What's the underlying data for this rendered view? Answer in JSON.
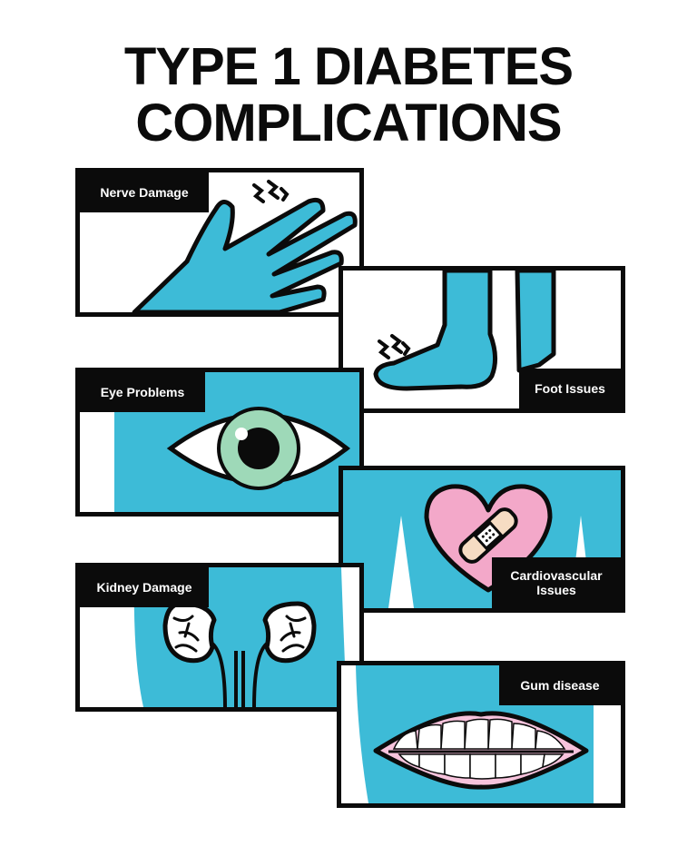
{
  "title": {
    "line1": "TYPE 1 DIABETES",
    "line2": "COMPLICATIONS"
  },
  "colors": {
    "accent": "#3dbbd7",
    "ink": "#0b0b0b",
    "iris": "#9ed9b8",
    "heart": "#f3a8c9",
    "gum": "#f7c3dc",
    "bandage": "#f6dcc3"
  },
  "panels": {
    "nerve": {
      "label": "Nerve Damage",
      "icon": "hand-icon"
    },
    "foot": {
      "label": "Foot Issues",
      "icon": "foot-icon"
    },
    "eye": {
      "label": "Eye Problems",
      "icon": "eye-icon"
    },
    "cardio": {
      "label": "Cardiovascular Issues",
      "icon": "heart-icon"
    },
    "kidney": {
      "label": "Kidney Damage",
      "icon": "kidney-icon"
    },
    "gum": {
      "label": "Gum disease",
      "icon": "mouth-icon"
    }
  }
}
